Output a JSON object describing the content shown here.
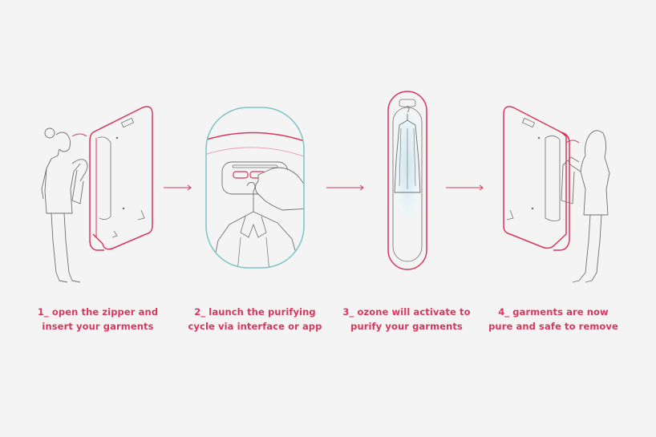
{
  "colors": {
    "background": "#f4f4f4",
    "accent": "#d8365c",
    "accent_soft": "#eaa3b4",
    "teal": "#7cc3c4",
    "line": "#6f6f6f",
    "glow": "#d9ecf0"
  },
  "steps": [
    {
      "line1": "1_ open the zipper and",
      "line2": "insert your garments"
    },
    {
      "line1": "2_ launch the purifying",
      "line2": "cycle via interface or app"
    },
    {
      "line1": "3_ ozone will activate to",
      "line2": "purify your garments"
    },
    {
      "line1": "4_ garments are now",
      "line2": "pure and safe to remove"
    }
  ],
  "icons": {
    "arrow": "arrow-right-icon"
  }
}
